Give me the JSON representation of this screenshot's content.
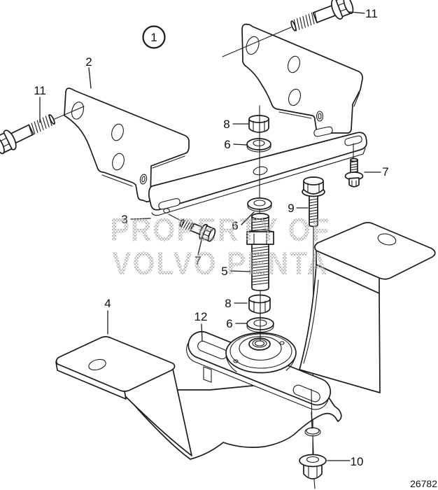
{
  "figure": {
    "callout": "1",
    "drawing_number": "26782",
    "watermark": {
      "line1": "PROPERTY OF",
      "line2": "VOLVO PENTA"
    },
    "colors": {
      "line": "#1c1c1c",
      "background": "#ffffff",
      "watermark_gray": "#9e9e9e"
    }
  },
  "labels": {
    "bracket_upper": "2",
    "plate": "3",
    "bracket_lower": "4",
    "stud": "5",
    "washer_upper": "6",
    "washer_mid": "6",
    "washer_lower": "6",
    "bolt_small_left": "7",
    "bolt_small_right": "7",
    "nut_upper": "8",
    "nut_lower": "8",
    "bolt_medium": "9",
    "flange_nut": "10",
    "bolt_large_left": "11",
    "bolt_large_right": "11",
    "mount": "12"
  }
}
